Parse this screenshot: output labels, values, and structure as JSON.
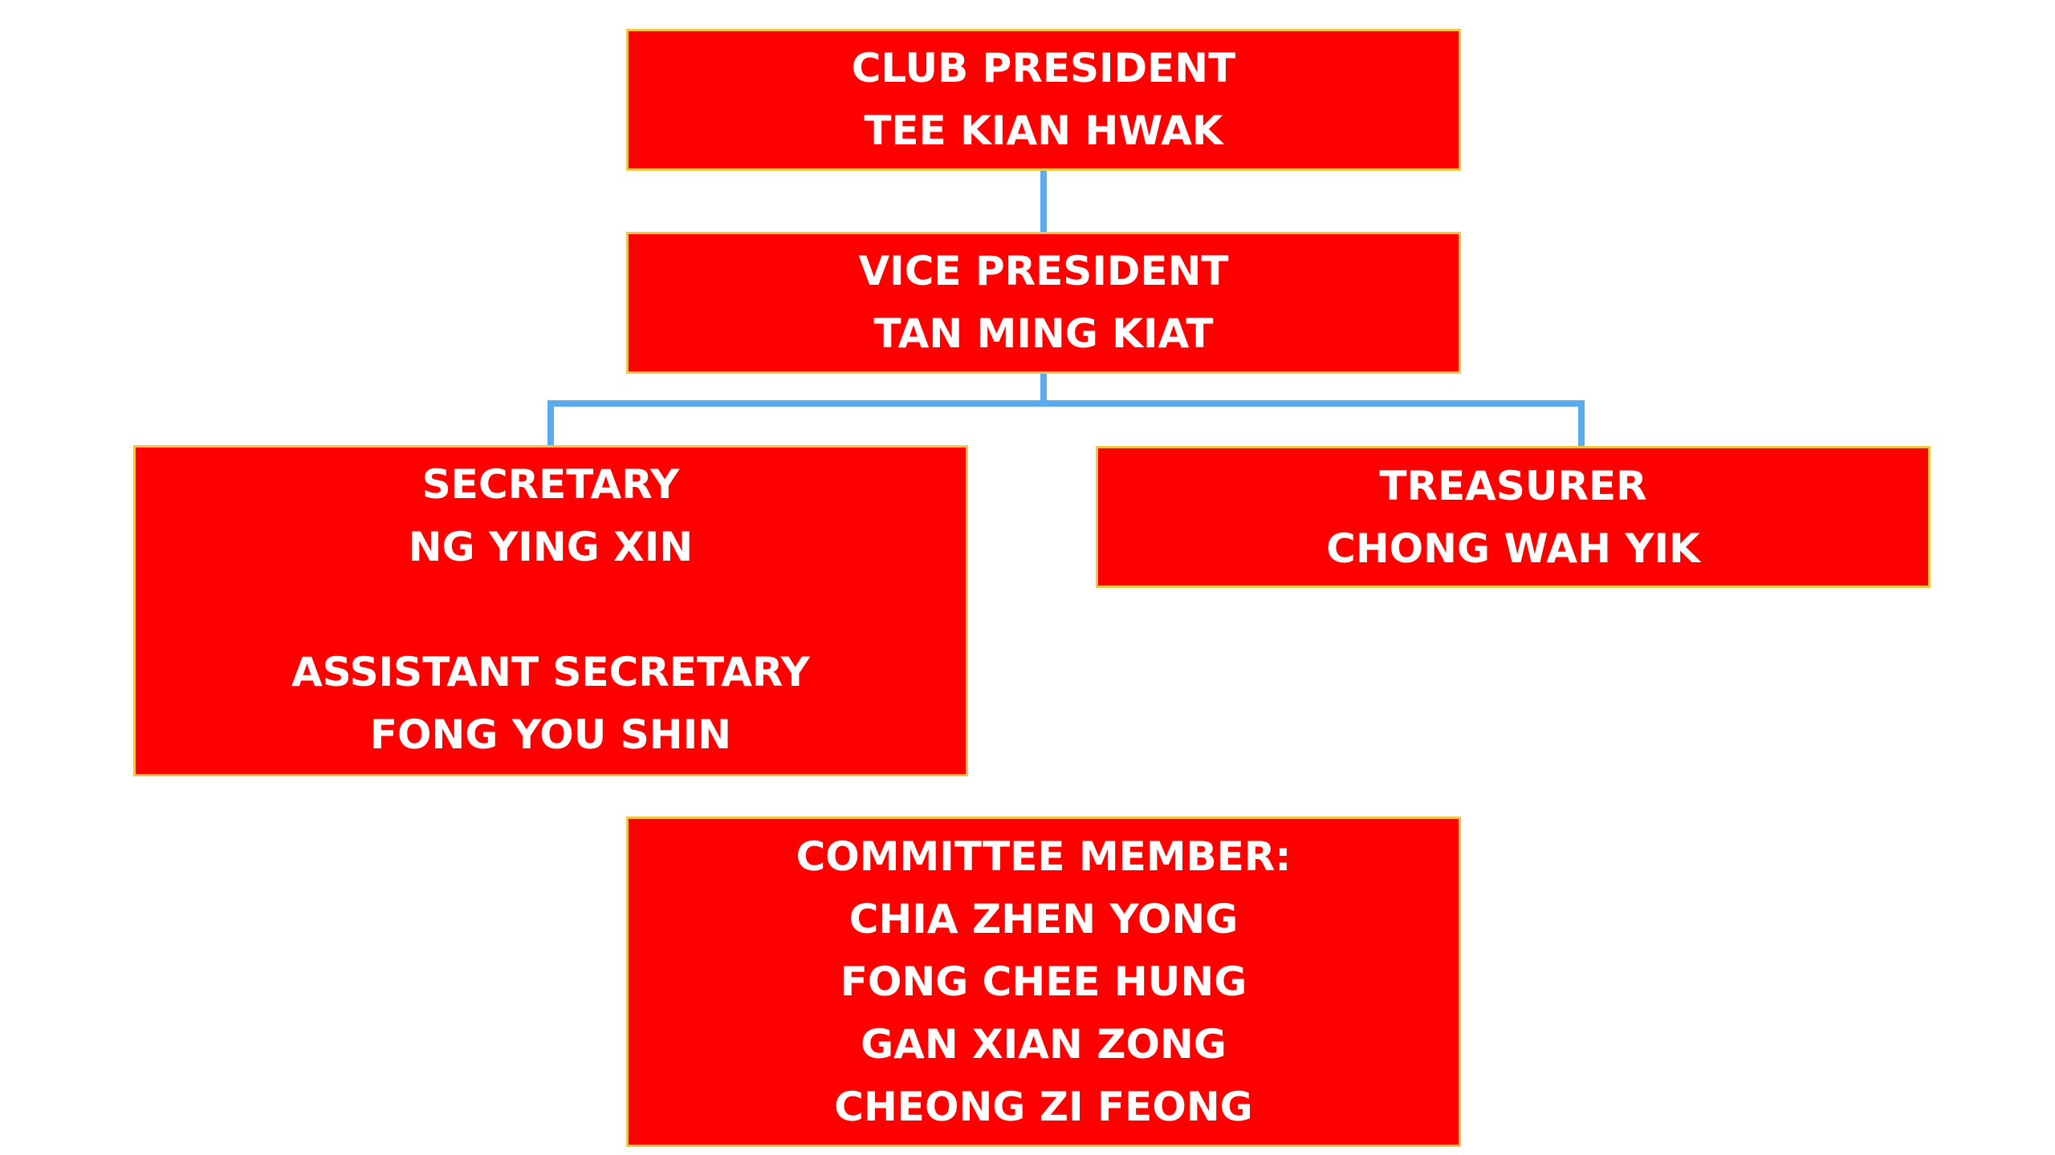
{
  "org_chart": {
    "president": {
      "role": "CLUB PRESIDENT",
      "name": "TEE KIAN HWAK"
    },
    "vice_president": {
      "role": "VICE PRESIDENT",
      "name": "TAN MING KIAT"
    },
    "secretary": {
      "role": "SECRETARY",
      "name": "NG YING XIN",
      "assistant_role": "ASSISTANT SECRETARY",
      "assistant_name": "FONG YOU SHIN"
    },
    "treasurer": {
      "role": "TREASURER",
      "name": "CHONG WAH YIK"
    },
    "committee": {
      "role": "COMMITTEE MEMBER:",
      "members": [
        "CHIA ZHEN YONG",
        "FONG CHEE HUNG",
        "GAN XIAN ZONG",
        "CHEONG ZI FEONG"
      ]
    }
  },
  "colors": {
    "box_fill": "#fe0000",
    "box_border": "#f4c542",
    "connector": "#5aabf0",
    "text": "#ffffff"
  }
}
